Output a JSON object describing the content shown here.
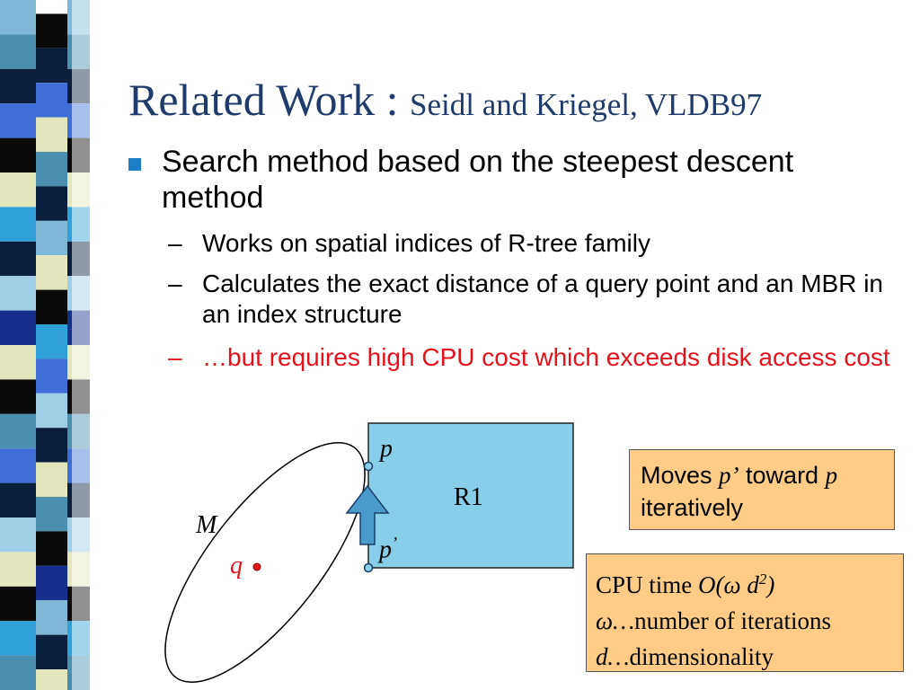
{
  "slide": {
    "title_main": "Related Work : ",
    "title_sub": "Seidl and Kriegel, VLDB97",
    "bullet": "Search method based on the steepest descent method",
    "subbullets": [
      "Works on spatial indices of R-tree family",
      "Calculates the exact distance of a query point and an MBR in an index structure",
      "…but requires high CPU cost which exceeds disk access cost"
    ],
    "dash": "–"
  },
  "diagram": {
    "label_p": "p",
    "label_p_prime": "p",
    "prime_mark": "’",
    "label_r1": "R1",
    "label_m": "M",
    "label_q": "q"
  },
  "note1": {
    "moves": "Moves ",
    "p_prime": "p’",
    "toward": " toward ",
    "p": "p",
    "iteratively": "iteratively"
  },
  "note2": {
    "cpu_prefix": "CPU time ",
    "cpu_formula": "O(ω d",
    "cpu_exp": "2",
    "cpu_close": ")",
    "omega": "ω…",
    "omega_def": "number of iterations",
    "d": "d…",
    "d_def": "dimensionality"
  },
  "colors": {
    "title": "#1f3a6b",
    "bullet_marker": "#1c7fc8",
    "highlight_text": "#e4121b",
    "r1_box": "#87ceea",
    "arrow": "#4a9acc",
    "note_bg": "#ffcc88"
  }
}
